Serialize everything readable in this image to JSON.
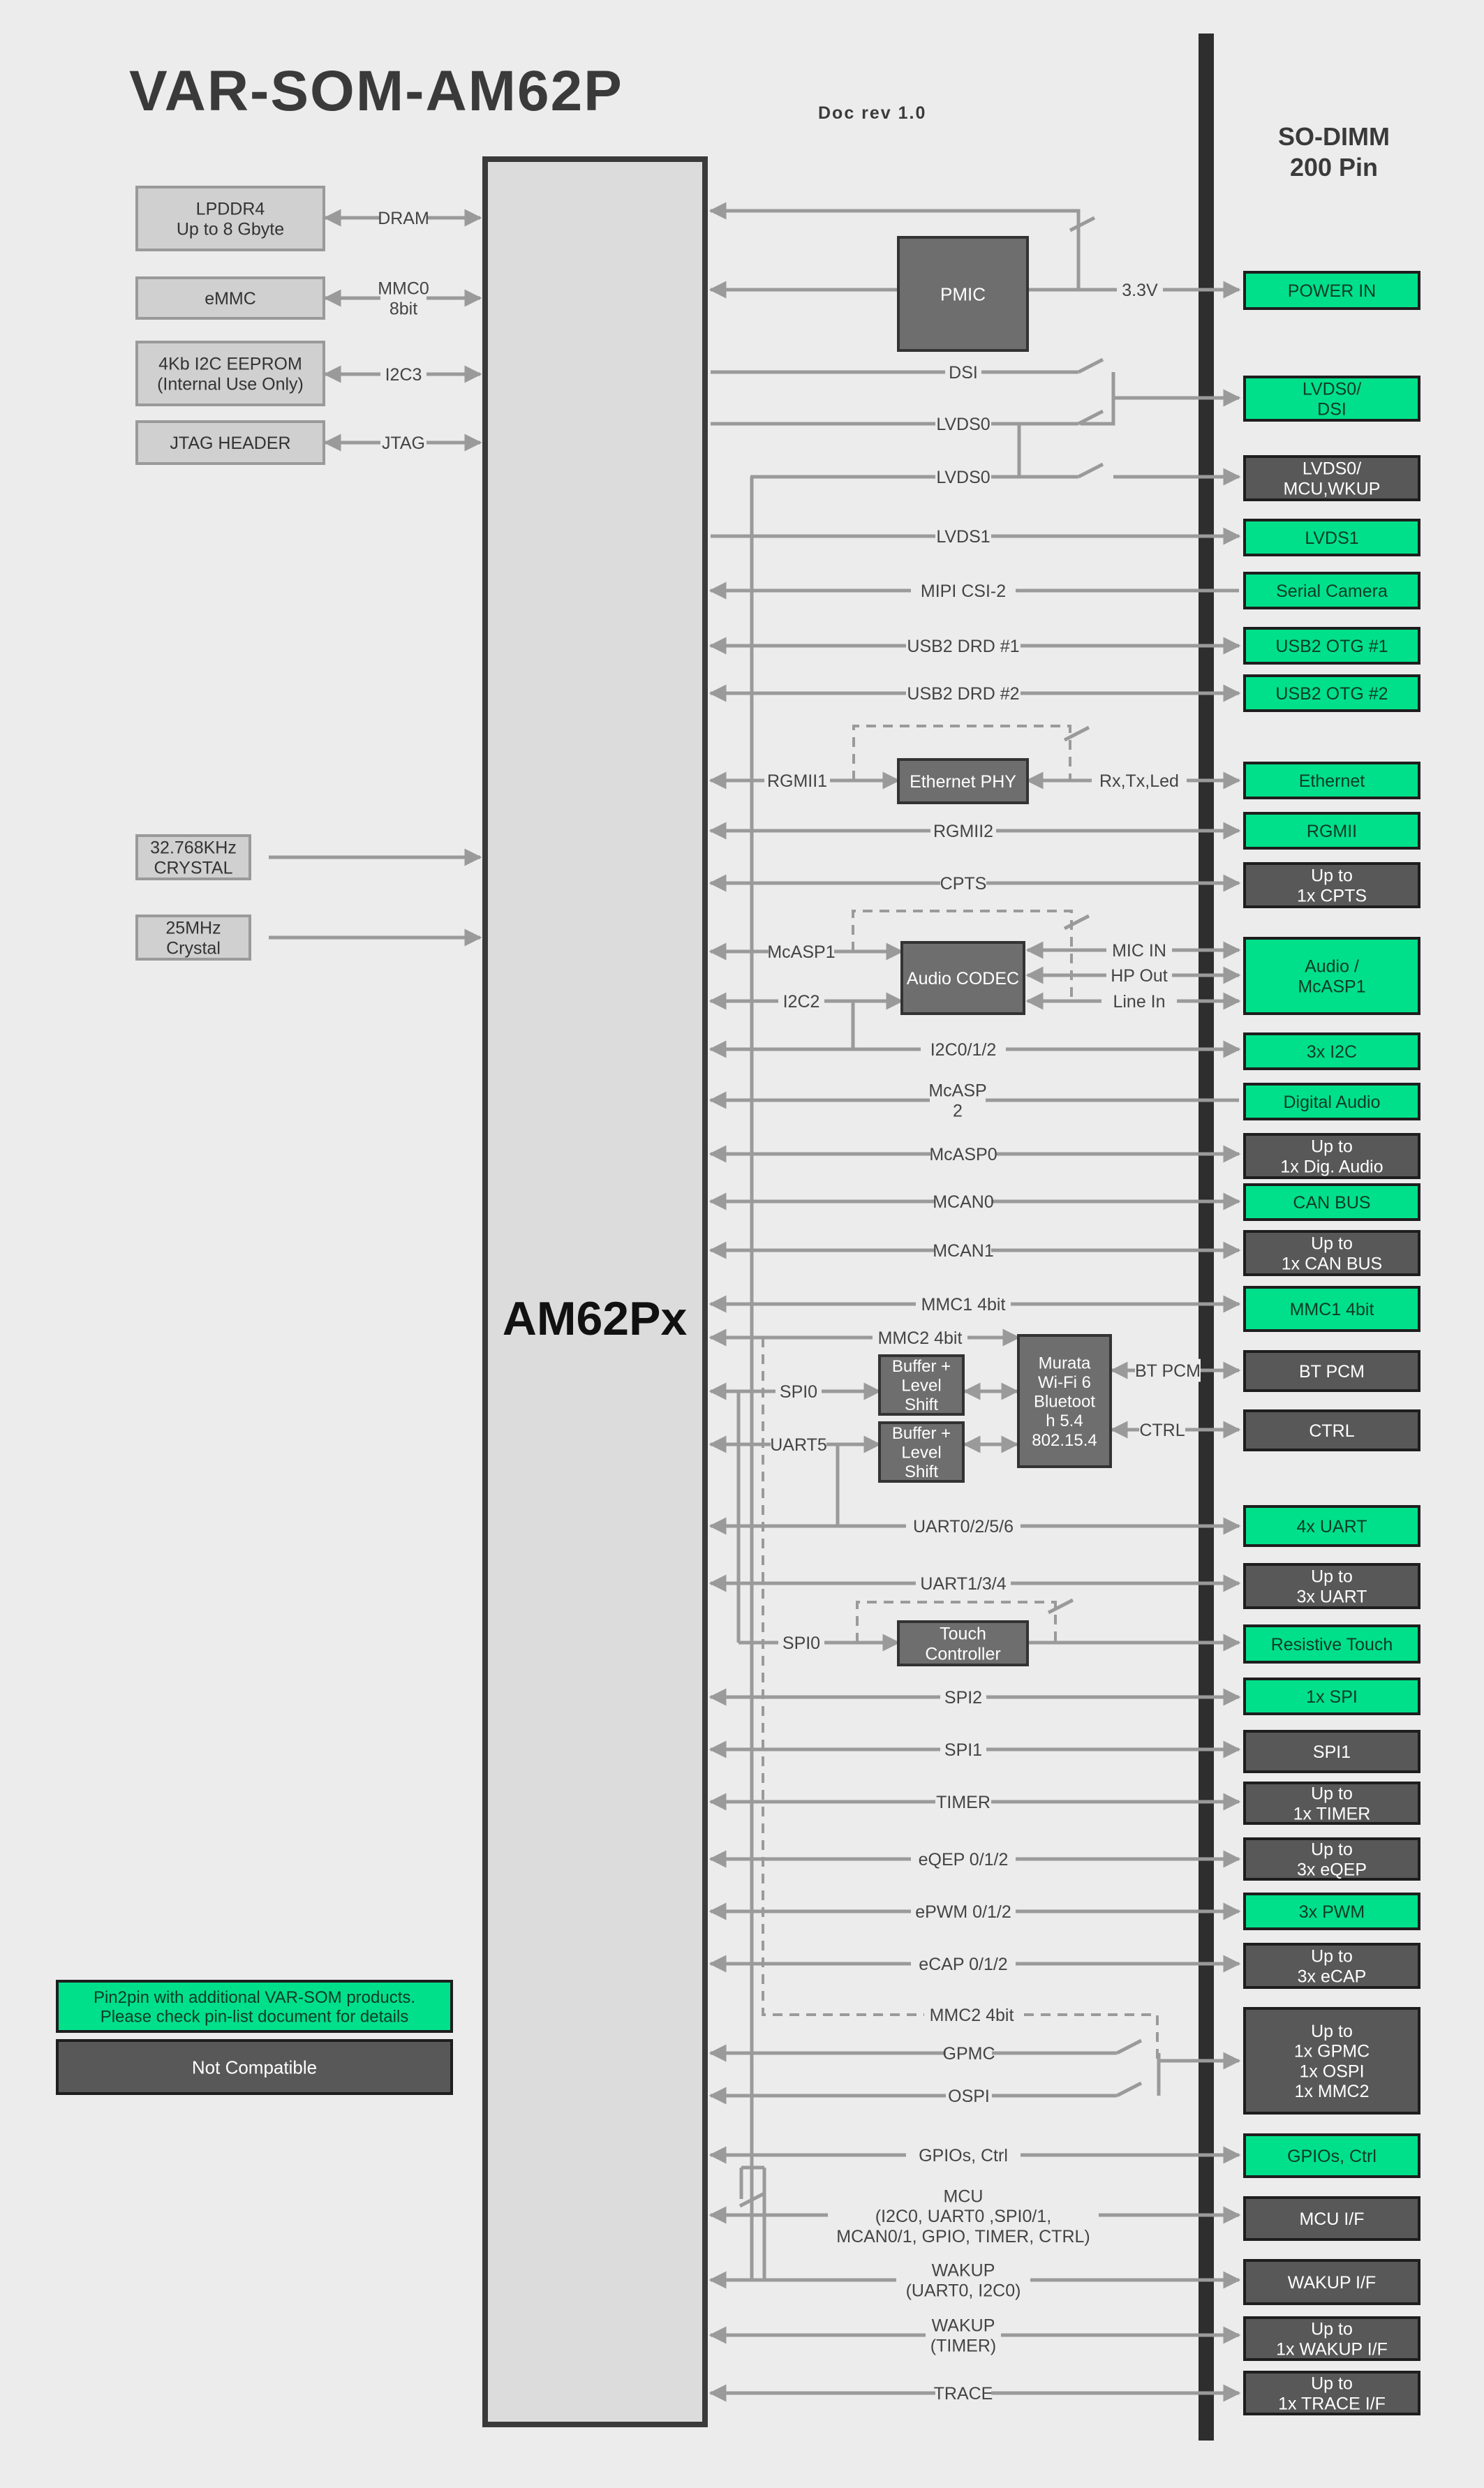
{
  "title": "VAR-SOM-AM62P",
  "doc_rev": "Doc rev 1.0",
  "soc": "AM62Px",
  "sodimm": {
    "line1": "SO-DIMM",
    "line2": "200 Pin"
  },
  "colors": {
    "compatible": "#00e08a",
    "not_compatible": "#585858",
    "chip": "#6e6e6e",
    "soc_fill": "#dcdcdc",
    "bus": "#2e2e2e",
    "arrow": "#9a9a9a"
  },
  "left_blocks": [
    {
      "lines": [
        "LPDDR4",
        "Up to 8 Gbyte"
      ],
      "link": [
        "DRAM"
      ]
    },
    {
      "lines": [
        "eMMC"
      ],
      "link": [
        "MMC0",
        "8bit"
      ]
    },
    {
      "lines": [
        "4Kb I2C EEPROM",
        "(Internal Use Only)"
      ],
      "link": [
        "I2C3"
      ]
    },
    {
      "lines": [
        "JTAG HEADER"
      ],
      "link": [
        "JTAG"
      ]
    },
    {
      "lines": [
        "32.768KHz",
        "CRYSTAL"
      ],
      "link": []
    },
    {
      "lines": [
        "25MHz",
        "Crystal"
      ],
      "link": []
    }
  ],
  "chips": {
    "pmic": [
      "PMIC"
    ],
    "eth_phy": [
      "Ethernet PHY"
    ],
    "audio_codec": [
      "Audio CODEC"
    ],
    "buffer1": [
      "Buffer +",
      "Level",
      "Shift"
    ],
    "buffer2": [
      "Buffer +",
      "Level",
      "Shift"
    ],
    "murata": [
      "Murata",
      "Wi-Fi 6",
      "Bluetoot",
      "h 5.4",
      "802.15.4"
    ],
    "touch": [
      "Touch",
      "Controller"
    ]
  },
  "signals": {
    "v33": [
      "3.3V"
    ],
    "dsi": [
      "DSI"
    ],
    "lvds0_a": [
      "LVDS0"
    ],
    "lvds0_b": [
      "LVDS0"
    ],
    "lvds1": [
      "LVDS1"
    ],
    "mipi": [
      "MIPI CSI-2"
    ],
    "usb1": [
      "USB2 DRD #1"
    ],
    "usb2": [
      "USB2 DRD #2"
    ],
    "rgmii1": [
      "RGMII1"
    ],
    "rxtx": [
      "Rx,Tx,Led"
    ],
    "rgmii2": [
      "RGMII2"
    ],
    "cpts": [
      "CPTS"
    ],
    "mcasp1": [
      "McASP1"
    ],
    "i2c2": [
      "I2C2"
    ],
    "mic": [
      "MIC IN"
    ],
    "hp": [
      "HP Out"
    ],
    "linein": [
      "Line In"
    ],
    "i2c012": [
      "I2C0/1/2"
    ],
    "mcasp2": [
      "McASP",
      "2"
    ],
    "mcasp0": [
      "McASP0"
    ],
    "mcan0": [
      "MCAN0"
    ],
    "mcan1": [
      "MCAN1"
    ],
    "mmc1": [
      "MMC1 4bit"
    ],
    "mmc2a": [
      "MMC2 4bit"
    ],
    "spi0a": [
      "SPI0"
    ],
    "uart5": [
      "UART5"
    ],
    "btpcm": [
      "BT PCM"
    ],
    "ctrl": [
      "CTRL"
    ],
    "uart0256": [
      "UART0/2/5/6"
    ],
    "uart134": [
      "UART1/3/4"
    ],
    "spi0b": [
      "SPI0"
    ],
    "spi2": [
      "SPI2"
    ],
    "spi1": [
      "SPI1"
    ],
    "timer": [
      "TIMER"
    ],
    "eqep": [
      "eQEP 0/1/2"
    ],
    "epwm": [
      "ePWM 0/1/2"
    ],
    "ecap": [
      "eCAP 0/1/2"
    ],
    "mmc2b": [
      "MMC2 4bit"
    ],
    "gpmc": [
      "GPMC"
    ],
    "ospi": [
      "OSPI"
    ],
    "gpios": [
      "GPIOs, Ctrl"
    ],
    "mcu": [
      "MCU",
      "(I2C0, UART0 ,SPI0/1,",
      "MCAN0/1, GPIO, TIMER, CTRL)"
    ],
    "wakup1": [
      "WAKUP",
      "(UART0, I2C0)"
    ],
    "wakup2": [
      "WAKUP",
      "(TIMER)"
    ],
    "trace": [
      "TRACE"
    ]
  },
  "connectors": [
    {
      "lines": [
        "POWER IN"
      ],
      "compatible": true
    },
    {
      "lines": [
        "LVDS0/",
        "DSI"
      ],
      "compatible": true
    },
    {
      "lines": [
        "LVDS0/",
        "MCU,WKUP"
      ],
      "compatible": false
    },
    {
      "lines": [
        "LVDS1"
      ],
      "compatible": true
    },
    {
      "lines": [
        "Serial Camera"
      ],
      "compatible": true
    },
    {
      "lines": [
        "USB2 OTG #1"
      ],
      "compatible": true
    },
    {
      "lines": [
        "USB2 OTG #2"
      ],
      "compatible": true
    },
    {
      "lines": [
        "Ethernet"
      ],
      "compatible": true
    },
    {
      "lines": [
        "RGMII"
      ],
      "compatible": true
    },
    {
      "lines": [
        "Up to",
        "1x CPTS"
      ],
      "compatible": false
    },
    {
      "lines": [
        "Audio /",
        "McASP1"
      ],
      "compatible": true
    },
    {
      "lines": [
        "3x I2C"
      ],
      "compatible": true
    },
    {
      "lines": [
        "Digital Audio"
      ],
      "compatible": true
    },
    {
      "lines": [
        "Up to",
        "1x Dig. Audio"
      ],
      "compatible": false
    },
    {
      "lines": [
        "CAN BUS"
      ],
      "compatible": true
    },
    {
      "lines": [
        "Up to",
        "1x CAN BUS"
      ],
      "compatible": false
    },
    {
      "lines": [
        "MMC1 4bit"
      ],
      "compatible": true
    },
    {
      "lines": [
        "BT PCM"
      ],
      "compatible": false
    },
    {
      "lines": [
        "CTRL"
      ],
      "compatible": false
    },
    {
      "lines": [
        "4x UART"
      ],
      "compatible": true
    },
    {
      "lines": [
        "Up to",
        "3x UART"
      ],
      "compatible": false
    },
    {
      "lines": [
        "Resistive Touch"
      ],
      "compatible": true
    },
    {
      "lines": [
        "1x SPI"
      ],
      "compatible": true
    },
    {
      "lines": [
        "SPI1"
      ],
      "compatible": false
    },
    {
      "lines": [
        "Up to",
        "1x TIMER"
      ],
      "compatible": false
    },
    {
      "lines": [
        "Up to",
        "3x eQEP"
      ],
      "compatible": false
    },
    {
      "lines": [
        "3x PWM"
      ],
      "compatible": true
    },
    {
      "lines": [
        "Up to",
        "3x eCAP"
      ],
      "compatible": false
    },
    {
      "lines": [
        "Up to",
        "1x GPMC",
        "1x OSPI",
        "1x MMC2"
      ],
      "compatible": false
    },
    {
      "lines": [
        "GPIOs, Ctrl"
      ],
      "compatible": true
    },
    {
      "lines": [
        "MCU I/F"
      ],
      "compatible": false
    },
    {
      "lines": [
        "WAKUP I/F"
      ],
      "compatible": false
    },
    {
      "lines": [
        "Up to",
        "1x WAKUP I/F"
      ],
      "compatible": false
    },
    {
      "lines": [
        "Up to",
        "1x TRACE I/F"
      ],
      "compatible": false
    }
  ],
  "legend": [
    {
      "lines": [
        "Pin2pin with additional VAR-SOM products.",
        "Please check pin-list document for details"
      ],
      "compatible": true
    },
    {
      "lines": [
        "Not Compatible"
      ],
      "compatible": false
    }
  ]
}
